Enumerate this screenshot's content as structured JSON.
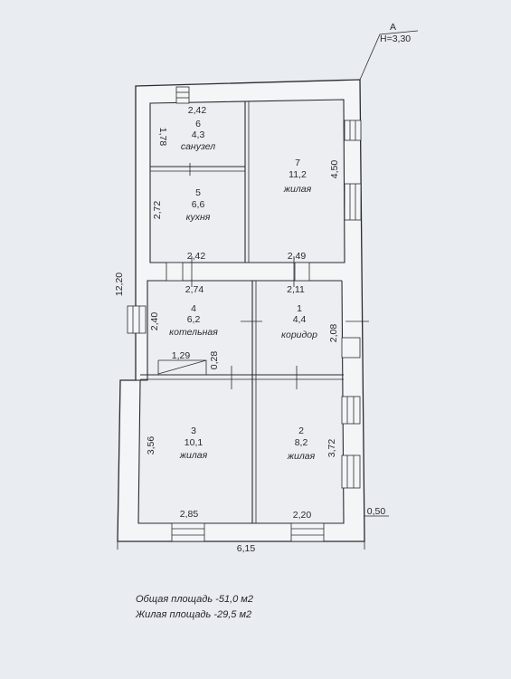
{
  "marker": {
    "letter": "А",
    "height": "Н=3,30"
  },
  "rooms": [
    {
      "id": "6",
      "number": "6",
      "area": "4,3",
      "name": "санузел"
    },
    {
      "id": "7",
      "number": "7",
      "area": "11,2",
      "name": "жилая"
    },
    {
      "id": "5",
      "number": "5",
      "area": "6,6",
      "name": "кухня"
    },
    {
      "id": "4",
      "number": "4",
      "area": "6,2",
      "name": "котельная"
    },
    {
      "id": "1",
      "number": "1",
      "area": "4,4",
      "name": "коридор"
    },
    {
      "id": "3",
      "number": "3",
      "area": "10,1",
      "name": "жилая"
    },
    {
      "id": "2",
      "number": "2",
      "area": "8,2",
      "name": "жилая"
    }
  ],
  "dimensions": {
    "top_242": "2,42",
    "left_178": "1,78",
    "right_450": "4,50",
    "left_272": "2,72",
    "mid_242": "2,42",
    "mid_249": "2,49",
    "left_1220": "12,20",
    "mid_274": "2,74",
    "mid_211": "2,11",
    "left_240": "2,40",
    "right_208": "2,08",
    "mid_129": "1,29",
    "mid_028": "0,28",
    "left_356": "3,56",
    "right_372": "3,72",
    "bottom_285": "2,85",
    "bottom_220": "2,20",
    "bottom_050": "0,50",
    "bottom_615": "6,15"
  },
  "summary": {
    "total": "Общая площадь -51,0  м2",
    "living": "Жилая площадь  -29,5 м2"
  }
}
